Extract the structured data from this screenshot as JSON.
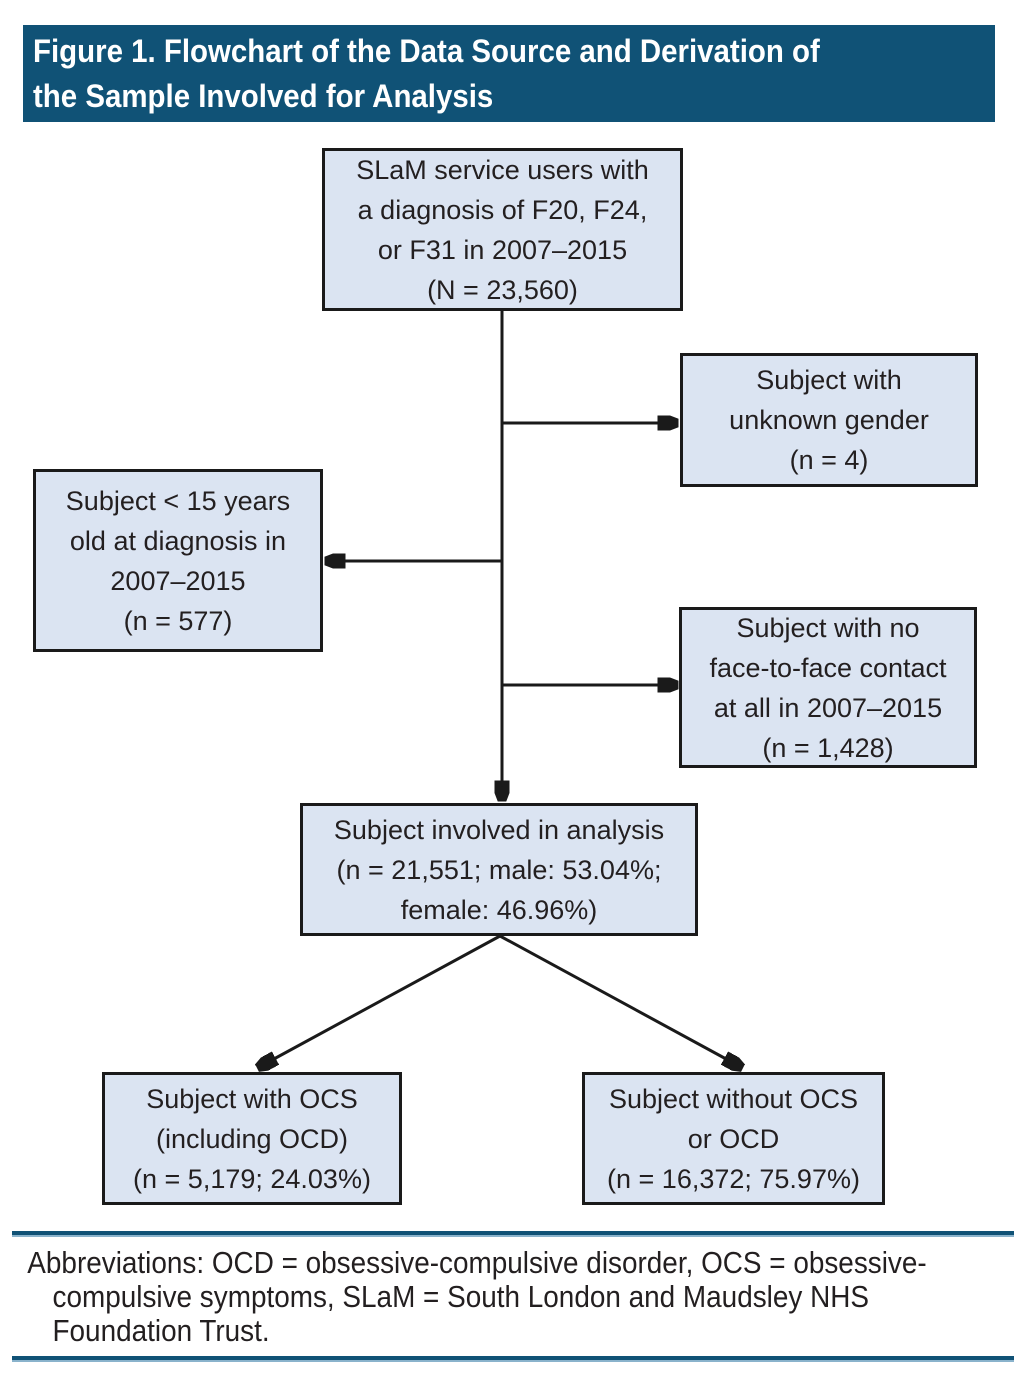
{
  "colors": {
    "header_bg": "#105276",
    "box_fill": "#dbe4f2",
    "box_border": "#1a1a1a",
    "line_color": "#1a1a1a",
    "rule_dark": "#105276",
    "rule_light": "#8ab3cc",
    "title_color": "#ffffff",
    "text_color": "#231f20"
  },
  "header": {
    "title": [
      "Figure 1. Flowchart of the Data Source and Derivation of",
      "the Sample Involved for Analysis"
    ]
  },
  "flowchart": {
    "boxes": {
      "source": [
        "SLaM service users with",
        "a diagnosis of F20, F24,",
        "or F31 in 2007–2015",
        "(N = 23,560)"
      ],
      "unknown_gender": [
        "Subject with",
        "unknown gender",
        "(n = 4)"
      ],
      "under_15": [
        "Subject < 15 years",
        "old at diagnosis in",
        "2007–2015",
        "(n = 577)"
      ],
      "no_contact": [
        "Subject with no",
        "face-to-face contact",
        "at all in 2007–2015",
        "(n = 1,428)"
      ],
      "analysis": [
        "Subject involved in analysis",
        "(n = 21,551; male: 53.04%;",
        "female: 46.96%)"
      ],
      "with_ocs": [
        "Subject with OCS",
        "(including OCD)",
        "(n = 5,179; 24.03%)"
      ],
      "without_ocs": [
        "Subject without OCS",
        "or OCD",
        "(n = 16,372; 75.97%)"
      ]
    }
  },
  "footnote": {
    "lines": [
      "Abbreviations: OCD = obsessive-compulsive disorder, OCS = obsessive-",
      "compulsive symptoms, SLaM = South London and Maudsley NHS",
      "Foundation Trust."
    ]
  }
}
